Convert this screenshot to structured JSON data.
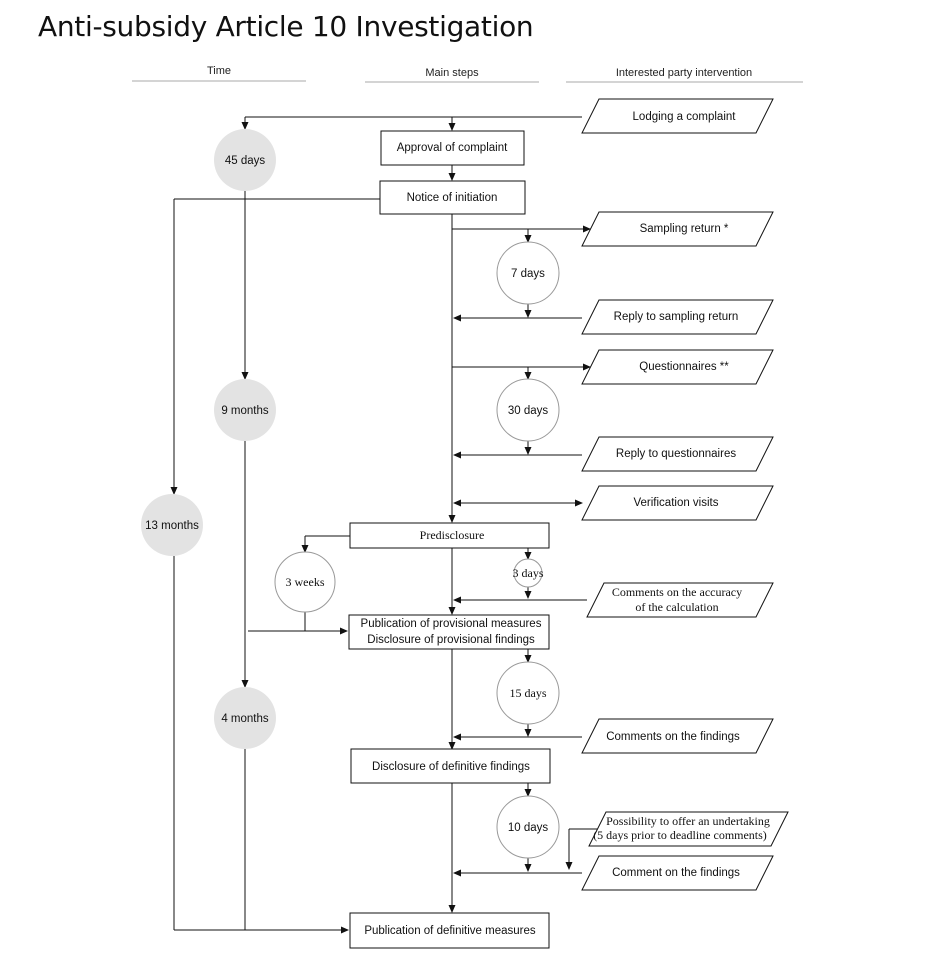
{
  "title": "Anti-subsidy Article 10 Investigation",
  "columns": {
    "time": "Time",
    "main": "Main steps",
    "party": "Interested party intervention"
  },
  "steps": {
    "approval": "Approval of complaint",
    "notice": "Notice of initiation",
    "predisclosure": "Predisclosure",
    "provisional_1": "Publication of provisional measures",
    "provisional_2": "Disclosure of provisional findings",
    "definitive_findings": "Disclosure of definitive findings",
    "definitive_measures": "Publication of definitive measures"
  },
  "party": {
    "complaint": "Lodging a complaint",
    "sampling": "Sampling return *",
    "reply_sampling": "Reply to sampling return",
    "questionnaires": "Questionnaires **",
    "reply_questionnaires": "Reply to questionnaires",
    "verification": "Verification visits",
    "accuracy_1": "Comments on the accuracy",
    "accuracy_2": "of the calculation",
    "comments_findings": "Comments on the findings",
    "undertaking_1": "Possibility to offer an undertaking",
    "undertaking_2": "(5 days prior to deadline comments)",
    "comment_findings": "Comment on the findings"
  },
  "durations": {
    "d45": "45 days",
    "m9": "9 months",
    "m13": "13 months",
    "m4": "4 months",
    "d7": "7 days",
    "d30": "30 days",
    "d3": "3 days",
    "w3": "3 weeks",
    "d15": "15 days",
    "d10": "10 days"
  },
  "colors": {
    "grey_circle": "#e3e3e3",
    "line": "#111111",
    "header_rule": "#aaaaaa"
  }
}
